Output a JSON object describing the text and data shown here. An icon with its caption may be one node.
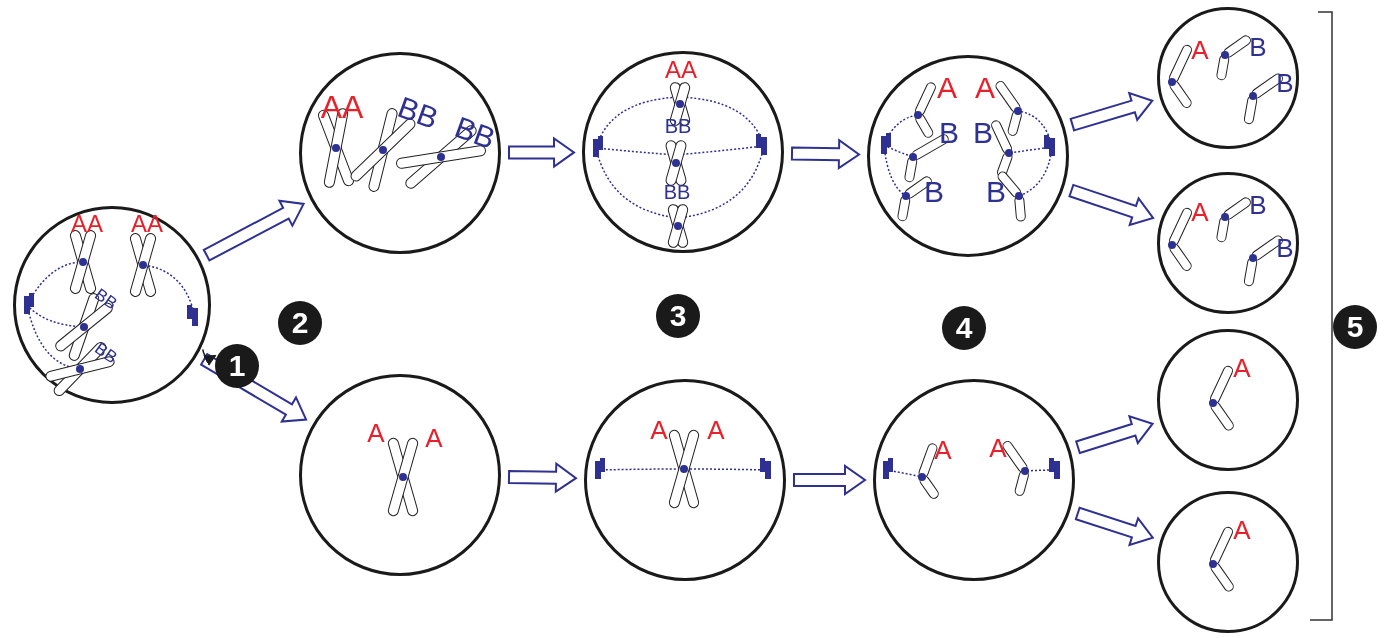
{
  "diagram": {
    "nodes": [
      {
        "text": [
          "AA",
          "AA",
          "BB",
          "BB"
        ]
      },
      {
        "text": [
          "AA",
          "BB",
          "BB"
        ]
      },
      {
        "text": [
          "AA",
          "BB",
          "BB"
        ]
      },
      {
        "text": [
          "A",
          "A",
          "B",
          "B",
          "B",
          "B"
        ]
      },
      {
        "text": [
          "A",
          "B",
          "B"
        ]
      },
      {
        "text": [
          "A",
          "B",
          "B"
        ]
      },
      {
        "text": [
          "A",
          "A"
        ]
      },
      {
        "text": [
          "A",
          "A"
        ]
      },
      {
        "text": [
          "A",
          "A"
        ]
      },
      {
        "text": [
          "A"
        ]
      },
      {
        "text": [
          "A"
        ]
      },
      {
        "text": [
          "1"
        ]
      },
      {
        "text": [
          "2"
        ]
      },
      {
        "text": [
          "3"
        ]
      },
      {
        "text": [
          "4"
        ]
      },
      {
        "text": [
          "5"
        ]
      }
    ],
    "edges": [
      {
        "from": 0,
        "to": 1,
        "arrow": "to"
      },
      {
        "from": 0,
        "to": 6,
        "arrow": "to"
      },
      {
        "from": 0,
        "to": 11,
        "arrow": "to",
        "color": "#1a1a1a"
      },
      {
        "from": 1,
        "to": 2,
        "arrow": "to"
      },
      {
        "from": 2,
        "to": 3,
        "arrow": "to"
      },
      {
        "from": 3,
        "to": 4,
        "arrow": "to"
      },
      {
        "from": 3,
        "to": 5,
        "arrow": "to"
      },
      {
        "from": 6,
        "to": 7,
        "arrow": "to"
      },
      {
        "from": 7,
        "to": 8,
        "arrow": "to"
      },
      {
        "from": 8,
        "to": 9,
        "arrow": "to"
      },
      {
        "from": 8,
        "to": 10,
        "arrow": "to"
      }
    ]
  }
}
